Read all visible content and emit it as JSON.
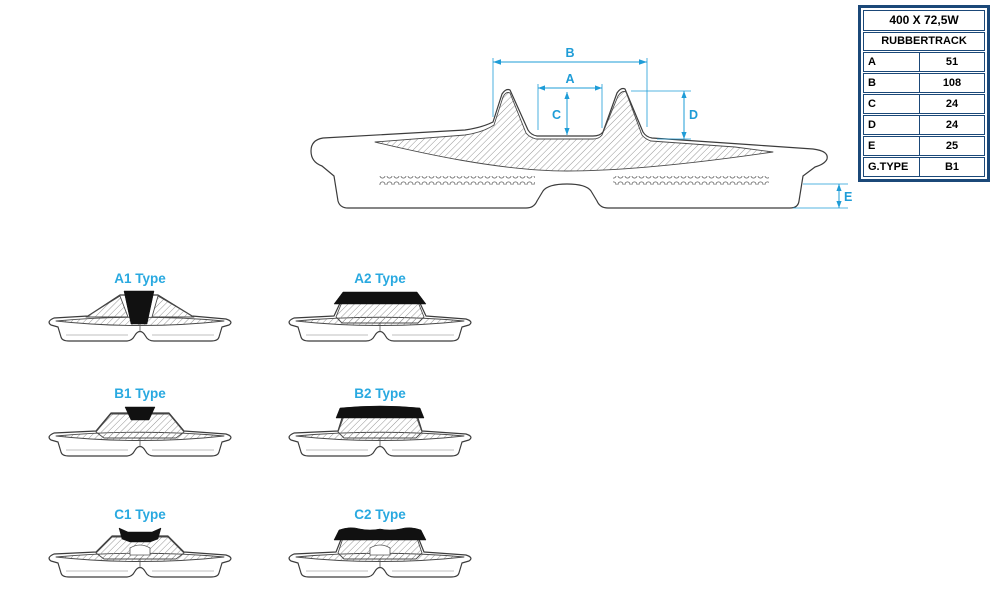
{
  "spec_table": {
    "title": "400 X 72,5W",
    "subtitle": "RUBBERTRACK",
    "rows": [
      {
        "label": "A",
        "value": "51"
      },
      {
        "label": "B",
        "value": "108"
      },
      {
        "label": "C",
        "value": "24"
      },
      {
        "label": "D",
        "value": "24"
      },
      {
        "label": "E",
        "value": "25"
      },
      {
        "label": "G.TYPE",
        "value": "B1"
      }
    ]
  },
  "diagram": {
    "dims": {
      "A": "A",
      "B": "B",
      "C": "C",
      "D": "D",
      "E": "E"
    }
  },
  "types": [
    {
      "label": "A1 Type"
    },
    {
      "label": "A2 Type"
    },
    {
      "label": "B1 Type"
    },
    {
      "label": "B2 Type"
    },
    {
      "label": "C1 Type"
    },
    {
      "label": "C2 Type"
    }
  ],
  "colors": {
    "dimension_blue": "#1e9cd7",
    "type_label_blue": "#29a9e0",
    "table_border_navy": "#1b4878"
  }
}
